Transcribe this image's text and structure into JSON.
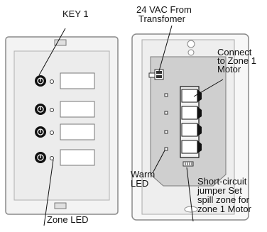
{
  "labels": {
    "key": "KEY 1",
    "power_line1": "24 VAC From",
    "power_line2": "Transfomer",
    "connect_line1": "Connect",
    "connect_line2": "to Zone 1",
    "connect_line3": "Motor",
    "warm_line1": "Warm",
    "warm_line2": "LED",
    "jumper_line1": "Short-circuit",
    "jumper_line2": "jumper Set",
    "jumper_line3": "spill zone for",
    "jumper_line4": "zone 1 Motor",
    "zone_led": "Zone LED"
  },
  "keypad": {
    "key_count": 4
  }
}
